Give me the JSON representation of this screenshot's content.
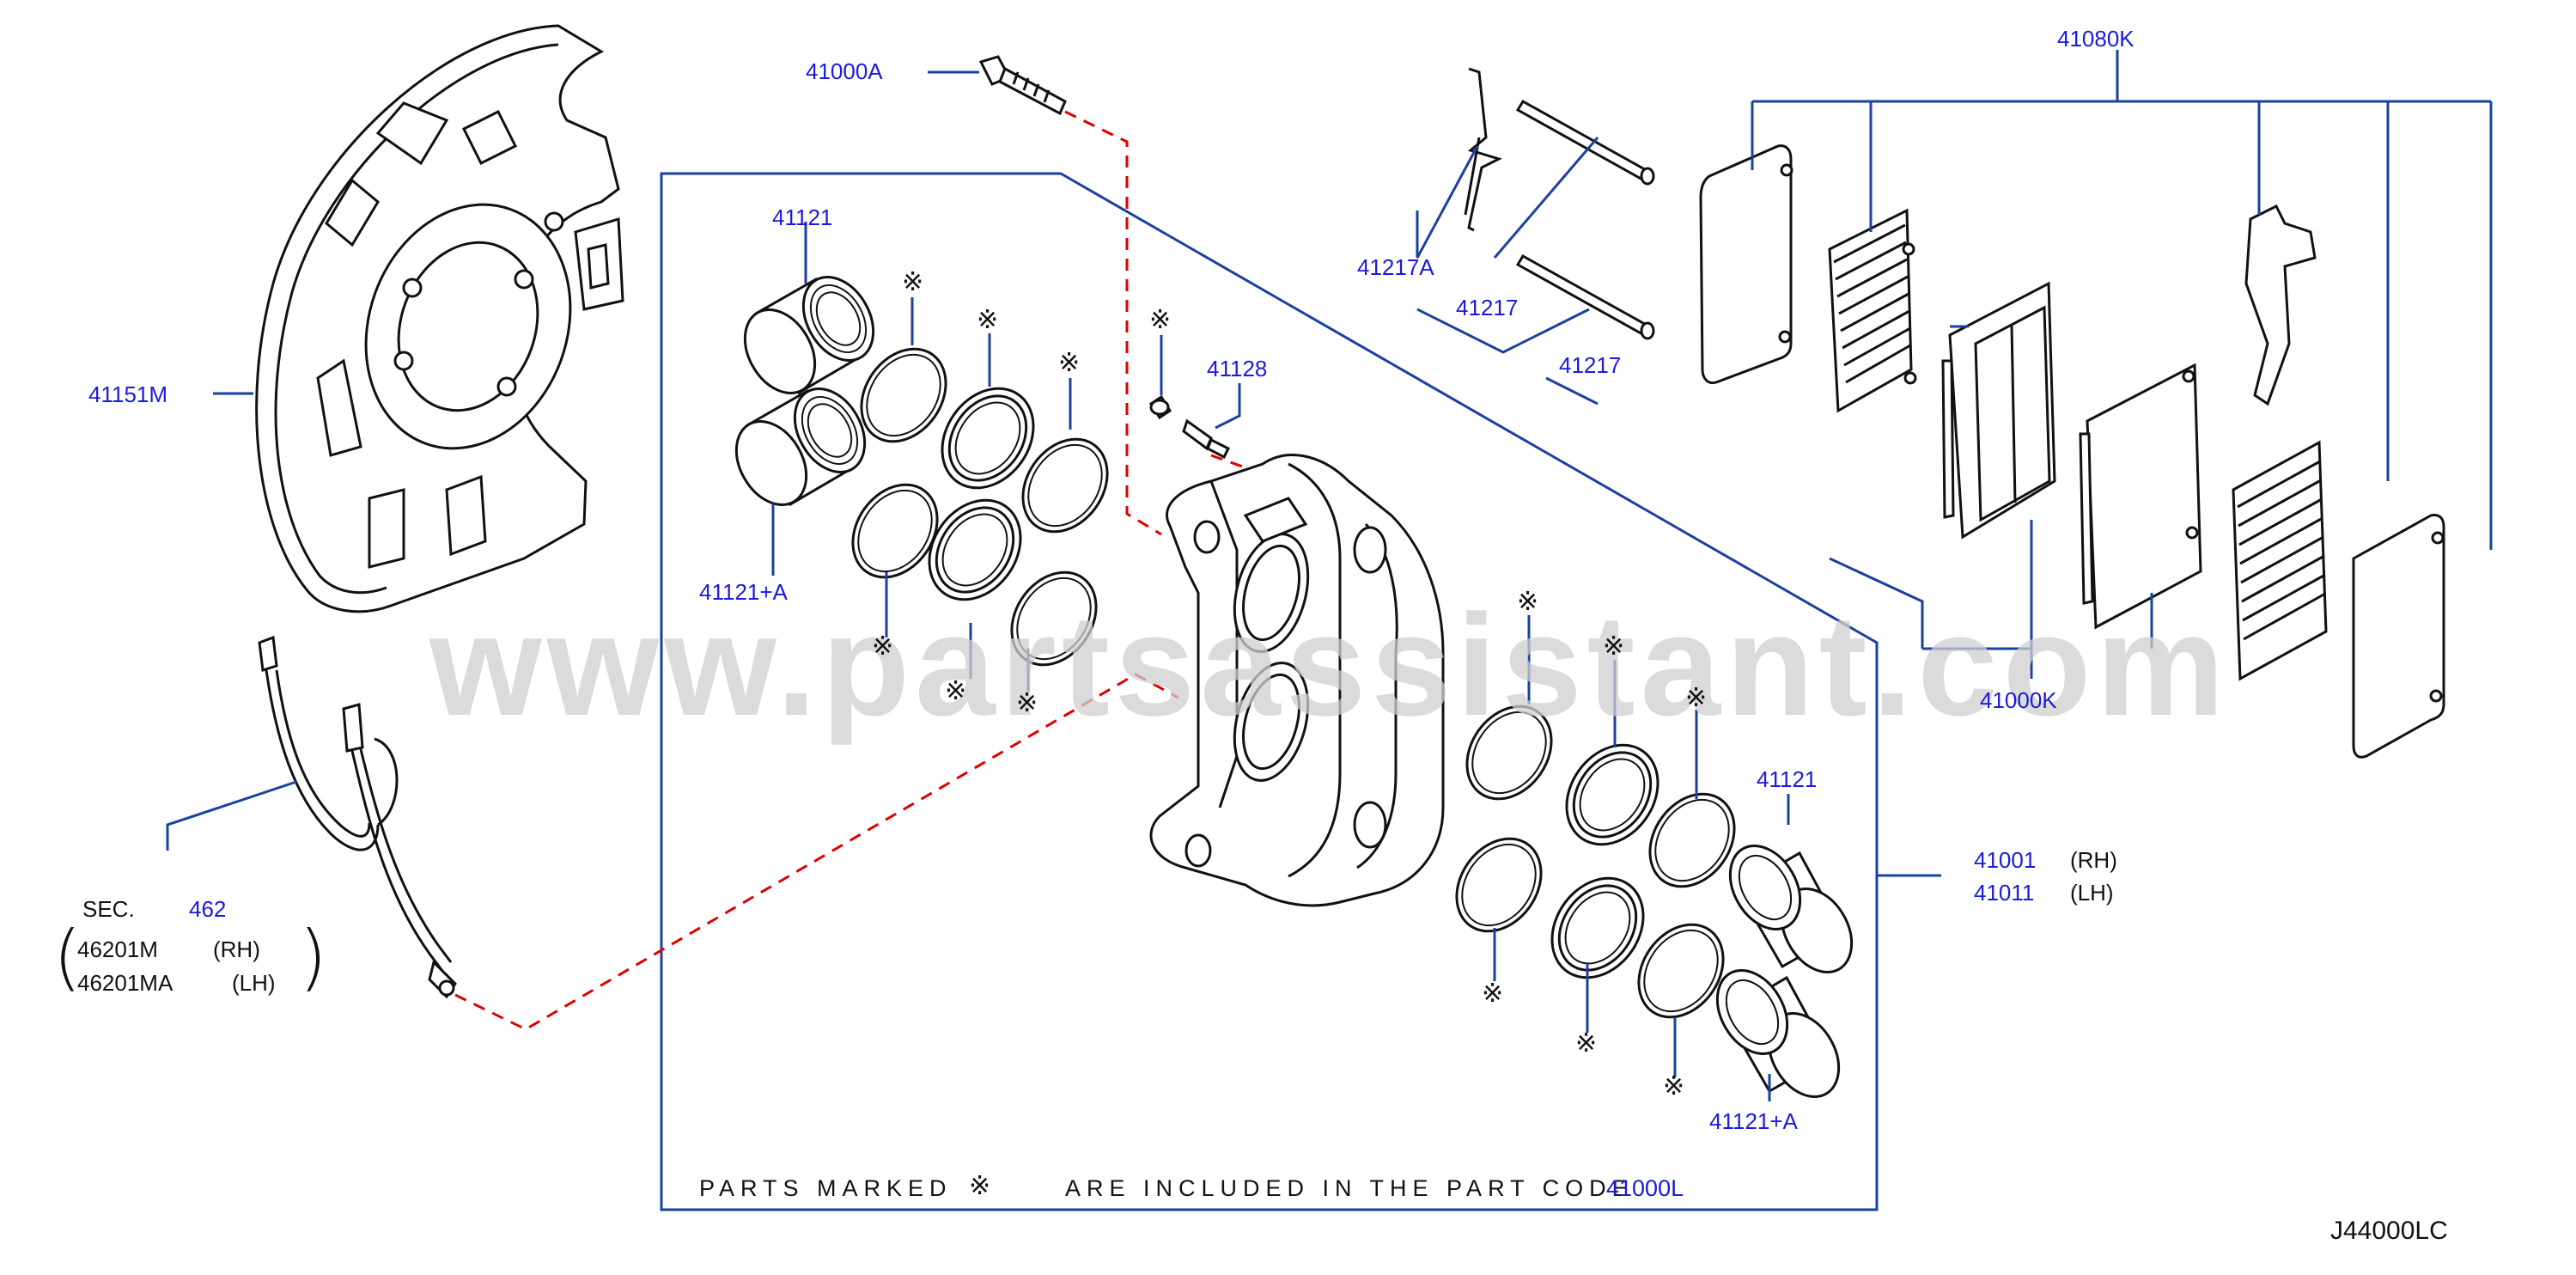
{
  "labels": {
    "p41000A": "41000A",
    "p41080K": "41080K",
    "p41121_top": "41121",
    "p41128": "41128",
    "p41217A": "41217A",
    "p41217_a": "41217",
    "p41217_b": "41217",
    "p41151M": "41151M",
    "p41121A_left": "41121+A",
    "p41000K": "41000K",
    "p41121_right": "41121",
    "p41001": "41001",
    "p41011": "41011",
    "p41121A_right": "41121+A",
    "sec_462": "462"
  },
  "black_text": {
    "rh_1": "(RH)",
    "lh_1": "(LH)",
    "sec": "SEC.",
    "p46201M": "46201M",
    "rh_2": "(RH)",
    "p46201MA": "46201MA",
    "lh_2": "(LH)",
    "diagram_code": "J44000LC"
  },
  "mark_symbol": "※",
  "footnote": {
    "prefix": "PARTS MARKED",
    "suffix": "ARE INCLUDED IN THE PART CODE",
    "part_code": "41000L"
  },
  "watermark": "www.partsassistant.com",
  "colors": {
    "leader": "#1a40a0",
    "label": "#1a1ae0",
    "dashed": "#e00000",
    "drawing": "#111111"
  }
}
